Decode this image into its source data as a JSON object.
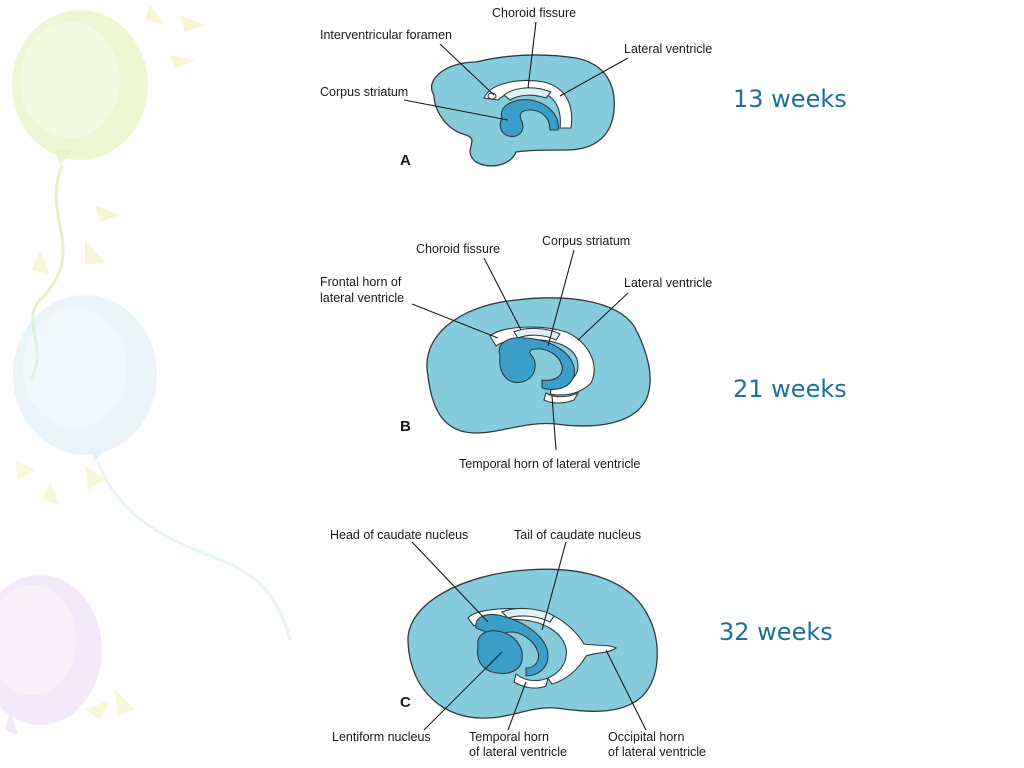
{
  "panels": [
    {
      "letter": "A",
      "weeks": "13 weeks",
      "labels": {
        "choroid_fissure": "Choroid fissure",
        "interventricular_foramen": "Interventricular foramen",
        "lateral_ventricle": "Lateral ventricle",
        "corpus_striatum": "Corpus striatum"
      }
    },
    {
      "letter": "B",
      "weeks": "21 weeks",
      "labels": {
        "choroid_fissure": "Choroid fissure",
        "corpus_striatum": "Corpus striatum",
        "frontal_horn_line1": "Frontal horn of",
        "frontal_horn_line2": "lateral ventricle",
        "lateral_ventricle": "Lateral ventricle",
        "temporal_horn": "Temporal horn of lateral ventricle"
      }
    },
    {
      "letter": "C",
      "weeks": "32 weeks",
      "labels": {
        "head_caudate": "Head of caudate nucleus",
        "tail_caudate": "Tail of caudate nucleus",
        "lentiform": "Lentiform nucleus",
        "temporal_horn_line1": "Temporal horn",
        "temporal_horn_line2": "of lateral ventricle",
        "occipital_horn_line1": "Occipital horn",
        "occipital_horn_line2": "of lateral ventricle"
      }
    }
  ],
  "colors": {
    "weeks_text": "#1a6f9c",
    "brain_fill": "#86cbdc",
    "striatum_fill": "#3a9ec8"
  }
}
